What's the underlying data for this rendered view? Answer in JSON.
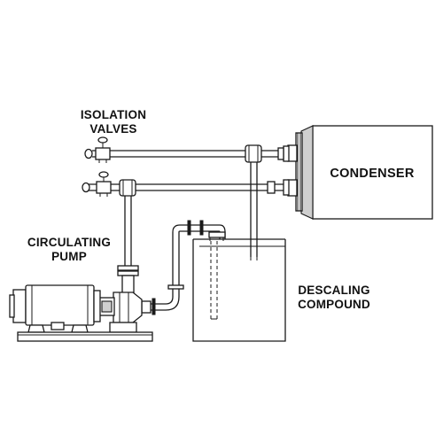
{
  "labels": {
    "isolation_valves_line1": "ISOLATION",
    "isolation_valves_line2": "VALVES",
    "circulating_pump_line1": "CIRCULATING",
    "circulating_pump_line2": "PUMP",
    "condenser": "CONDENSER",
    "descaling_compound_line1": "DESCALING",
    "descaling_compound_line2": "COMPOUND"
  }
}
